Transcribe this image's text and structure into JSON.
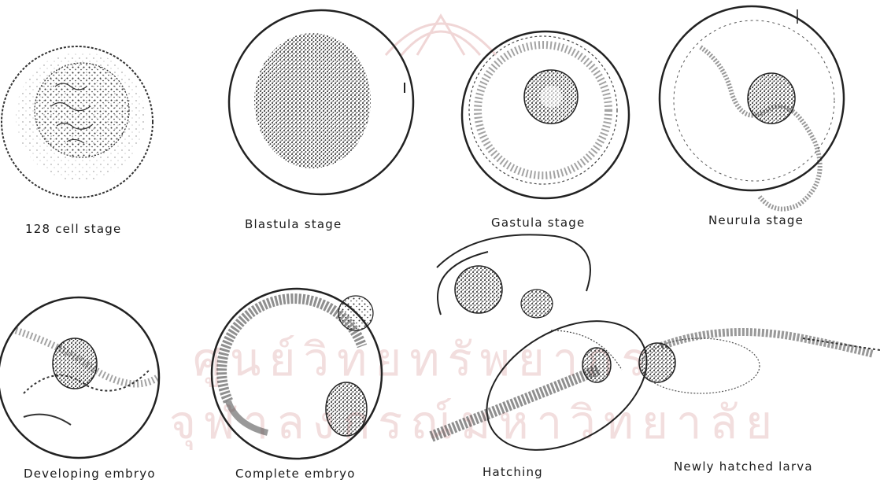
{
  "figure": {
    "captions": {
      "c128": "128 cell stage",
      "blastula": "Blastula stage",
      "gastula": "Gastula stage",
      "neurula": "Neurula stage",
      "developing": "Developing embryo",
      "complete": "Complete embryo",
      "hatching": "Hatching",
      "larva": "Newly hatched larva"
    },
    "watermark": {
      "line1": "ศูนย์วิทยทรัพยากร",
      "line2": "จุฬาลงกรณ์มหาวิทยาลัย"
    },
    "colors": {
      "ink": "#222222",
      "watermark": "#f2dede"
    }
  }
}
